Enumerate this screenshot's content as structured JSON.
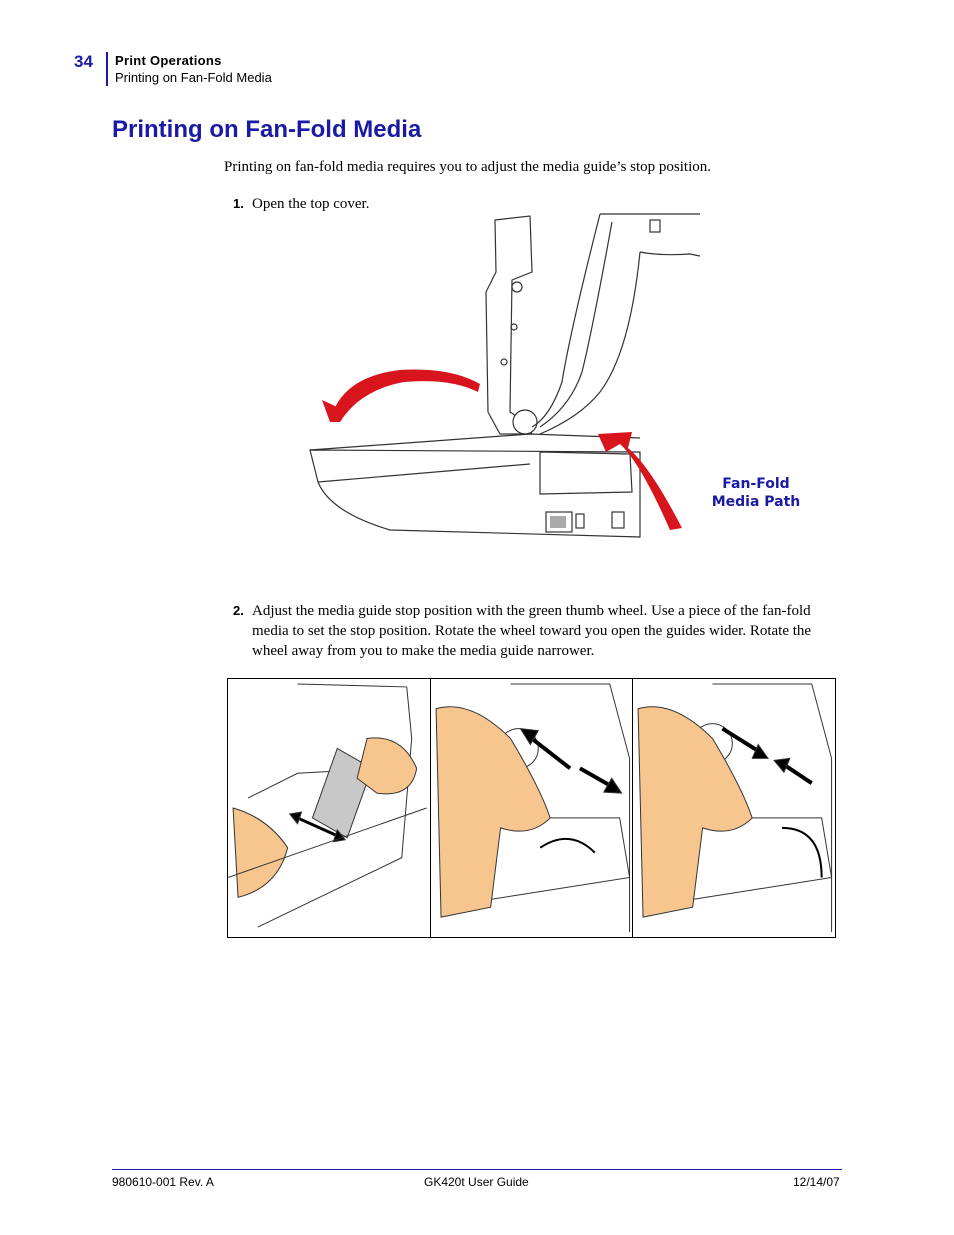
{
  "header": {
    "page_number": "34",
    "section": "Print Operations",
    "subsection": "Printing on Fan-Fold Media"
  },
  "title": "Printing on Fan-Fold Media",
  "intro": "Printing on fan-fold media requires you to adjust the media guide’s stop position.",
  "steps": [
    {
      "number": "1.",
      "text": "Open the top cover."
    },
    {
      "number": "2.",
      "text": "Adjust the media guide stop position with the green thumb wheel. Use a piece of the fan-fold media to set the stop position. Rotate the wheel toward you open the guides wider. Rotate the wheel away from you to make the media guide narrower."
    }
  ],
  "figure1": {
    "label_line1": "Fan-Fold",
    "label_line2": "Media Path"
  },
  "colors": {
    "accent": "#1a1aa6",
    "arrow_red": "#d8141c",
    "hand": "#f6c68e"
  },
  "footer": {
    "left": "980610-001 Rev. A",
    "center": "GK420t User Guide",
    "right": "12/14/07"
  }
}
